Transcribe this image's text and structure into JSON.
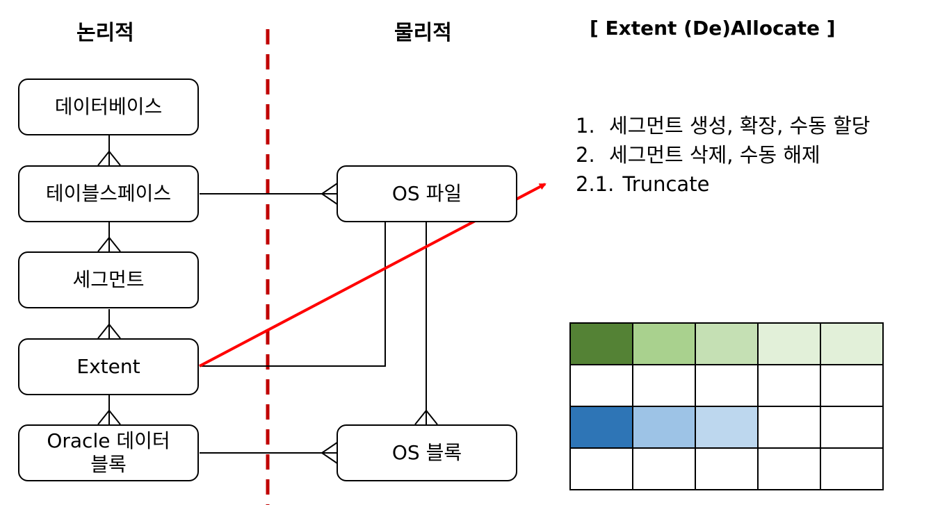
{
  "headings": {
    "logical": "논리적",
    "physical": "물리적",
    "extent": "[ Extent (De)Allocate ]"
  },
  "logical_boxes": {
    "database": "데이터베이스",
    "tablespace": "테이블스페이스",
    "segment": "세그먼트",
    "extent": "Extent",
    "oracle_block_line1": "Oracle 데이터",
    "oracle_block_line2": "블록"
  },
  "physical_boxes": {
    "os_file": "OS 파일",
    "os_block": "OS 블록"
  },
  "notes": [
    {
      "num": "1.",
      "text": "세그먼트 생성, 확장, 수동 할당"
    },
    {
      "num": "2.",
      "text": "세그먼트 삭제, 수동 해제"
    },
    {
      "num": "2.1.",
      "text": "Truncate"
    }
  ],
  "colors": {
    "divider": "#C00000",
    "arrow": "#FF0000"
  },
  "grid_rows": [
    [
      "#548235",
      "#A9D18E",
      "#C5E0B4",
      "#E2F0D9",
      "#E2F0D9"
    ],
    [
      "#FFFFFF",
      "#FFFFFF",
      "#FFFFFF",
      "#FFFFFF",
      "#FFFFFF"
    ],
    [
      "#2E75B6",
      "#9DC3E6",
      "#BDD7EE",
      "#FFFFFF",
      "#FFFFFF"
    ],
    [
      "#FFFFFF",
      "#FFFFFF",
      "#FFFFFF",
      "#FFFFFF",
      "#FFFFFF"
    ]
  ]
}
